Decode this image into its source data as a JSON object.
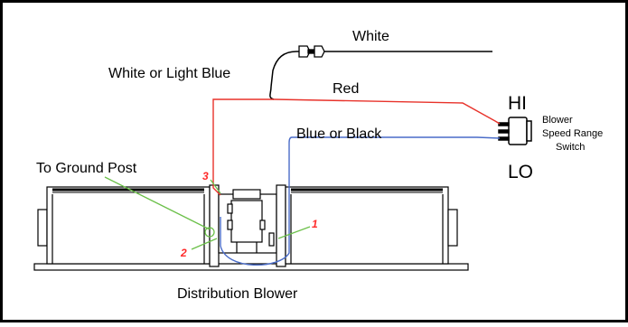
{
  "labels": {
    "white": "White",
    "white_or_light_blue": "White or Light Blue",
    "red": "Red",
    "blue_or_black": "Blue or Black",
    "hi": "HI",
    "lo": "LO",
    "switch_line1": "Blower",
    "switch_line2": "Speed Range",
    "switch_line3": "Switch",
    "to_ground_post": "To Ground Post",
    "distribution_blower": "Distribution Blower",
    "callout_1": "1",
    "callout_2": "2",
    "callout_3": "3"
  },
  "colors": {
    "red_wire": "#e8322a",
    "blue_wire": "#4a6cc8",
    "green_leader": "#6cc04a",
    "callout": "#ff2a2a",
    "outline": "#000000"
  }
}
